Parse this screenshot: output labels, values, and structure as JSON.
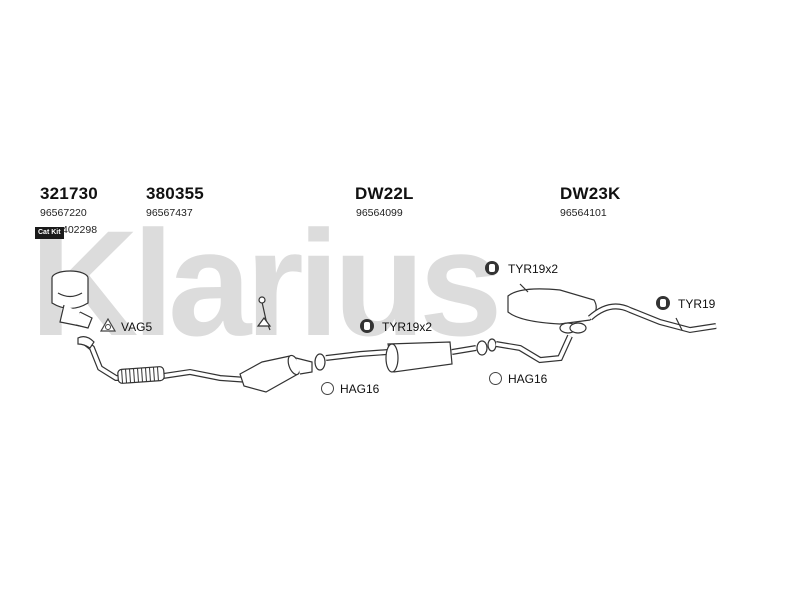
{
  "watermark": {
    "text": "Klarius",
    "color": "#d9d9d9"
  },
  "parts": [
    {
      "code": "321730",
      "oem": "96567220"
    },
    {
      "code": "380355",
      "oem": "96567437"
    },
    {
      "code": "DW22L",
      "oem": "96564099"
    },
    {
      "code": "DW23K",
      "oem": "96564101"
    }
  ],
  "cat_kit": {
    "badge": "Cat Kit",
    "number": "402298"
  },
  "fittings": [
    {
      "label": "VAG5",
      "icon": "gasket-icon"
    },
    {
      "label": "HAG16",
      "icon": "ring-icon"
    },
    {
      "label": "TYR19x2",
      "icon": "hanger-icon"
    },
    {
      "label": "HAG16",
      "icon": "ring-icon"
    },
    {
      "label": "TYR19x2",
      "icon": "hanger-icon"
    },
    {
      "label": "TYR19",
      "icon": "hanger-icon"
    }
  ],
  "colors": {
    "line": "#333333",
    "fill": "#ffffff"
  }
}
